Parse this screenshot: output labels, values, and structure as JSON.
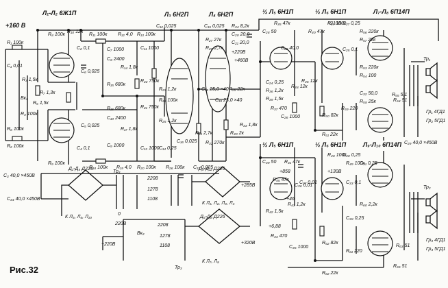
{
  "figure": {
    "caption": "Рис.32",
    "supply": "+160 В"
  },
  "tube_headers": {
    "l1_l2": "Л₁-Л₂ 6Ж1П",
    "l3": "Л₃ 6Н2П",
    "l4": "Л₄ 6Н2П",
    "l5a": "½ Л₅ 6Н1П",
    "l6a": "½ Л₆ 6Н1П",
    "l7_l8": "Л₇-Л₈ 6П14П",
    "l5b": "½ Л₅ 6Н1П",
    "l6b": "½ Л₆ 6Н1П",
    "l9_l10": "Л₉-Л₁₀ 6П14П"
  },
  "psu": {
    "d1": "Д₁-Д₄ Д226",
    "d9": "Д₉-Д₁₂ Д226",
    "d5": "Д₅-Д₈ Д226",
    "tr4": "Тр₄",
    "tr3": "Тр₃",
    "vk2": "Вк₂",
    "mains": "~220В",
    "v285": "+285В",
    "v320": "+320В",
    "heater1": "К Л₅, Л₆, Л₁₀",
    "heater2": "К Л₁, Л₂, Л₃, Л₄",
    "heater3": "К Л₇, Л₈",
    "w2208": "2208",
    "w1278": "1278",
    "w1108": "1108",
    "n0": "0",
    "n220": "220В"
  },
  "outputs": {
    "tr1": "Тр₁",
    "tr2": "Тр₂",
    "gr1": "Гр₁ 4ГД1",
    "gr2": "Гр₂ 5ГД1",
    "gr3": "Гр₃ 4ГД1",
    "gr4": "Гр₄ 5ГД1",
    "c29": "С₂₉ 40,0 ×450В"
  },
  "labels": [
    {
      "id": "r1",
      "text": "R₁ 100к"
    },
    {
      "id": "c1",
      "text": "С₁ 0,01"
    },
    {
      "id": "r3",
      "text": "R₃ 1,5к"
    },
    {
      "id": "vk1",
      "text": "Вк₁"
    },
    {
      "id": "r4",
      "text": "R₄ 100к"
    },
    {
      "id": "r6",
      "text": "R₆ 100к"
    },
    {
      "id": "r2",
      "text": "R₂ 100к"
    },
    {
      "id": "r5",
      "text": "R₅ 1,5к"
    },
    {
      "id": "r7",
      "text": "R₇ 1,3к"
    },
    {
      "id": "r8",
      "text": "R₈ 100к"
    },
    {
      "id": "r9",
      "text": "R₉ 100к"
    },
    {
      "id": "r10",
      "text": "R₁₀ 12к"
    },
    {
      "id": "c2",
      "text": "С₂ 0,1"
    },
    {
      "id": "c3",
      "text": "С₃ 40,0 ×450В"
    },
    {
      "id": "c4",
      "text": "С₄ 0,1"
    },
    {
      "id": "c34",
      "text": "С₃₄ 40,0 ×450В"
    },
    {
      "id": "c5",
      "text": "С₅ 0,025"
    },
    {
      "id": "c6",
      "text": "С₆ 0,025"
    },
    {
      "id": "r11",
      "text": "R₁₁ 100к"
    },
    {
      "id": "r12",
      "text": "R₁₂ 4,0"
    },
    {
      "id": "r13",
      "text": "R₁₃ 100к"
    },
    {
      "id": "c7",
      "text": "С₇ 1000"
    },
    {
      "id": "c8",
      "text": "С₈ 2400"
    },
    {
      "id": "r14",
      "text": "R₁₄ 1,8к"
    },
    {
      "id": "r15",
      "text": "R₁₅ 680к"
    },
    {
      "id": "r16",
      "text": "R₁₆ 680к"
    },
    {
      "id": "c10",
      "text": "С₁₀ 2400"
    },
    {
      "id": "r17",
      "text": "R₁₇ 1,8к"
    },
    {
      "id": "c9",
      "text": "С₉ 1000"
    },
    {
      "id": "r18",
      "text": "R₁₈ 100к"
    },
    {
      "id": "r19",
      "text": "R₁₉ 4,0"
    },
    {
      "id": "r20",
      "text": "R₂₀ 100к"
    },
    {
      "id": "r21",
      "text": "R₂₁ 750к"
    },
    {
      "id": "r22",
      "text": "R₂₂ 750к"
    },
    {
      "id": "c11",
      "text": "С₁₁ 1000"
    },
    {
      "id": "c12",
      "text": "С₁₂ 0,025"
    },
    {
      "id": "r23",
      "text": "R₂₃ 1,2к"
    },
    {
      "id": "r24",
      "text": "R₂₄ 100к"
    },
    {
      "id": "r25",
      "text": "R₂₅ 1,2к"
    },
    {
      "id": "c14",
      "text": "С₁₄ 0,25"
    },
    {
      "id": "c13",
      "text": "С₁₃ 1000"
    },
    {
      "id": "r26",
      "text": "R₂₆ 100к"
    },
    {
      "id": "c15",
      "text": "С₁₅ 0,025"
    },
    {
      "id": "c16",
      "text": "С₁₆ 0,025"
    },
    {
      "id": "c17",
      "text": "С₁₇ 0,025"
    },
    {
      "id": "r27",
      "text": "R₂₇ 27к"
    },
    {
      "id": "r28",
      "text": "R₂₈ 2,7к"
    },
    {
      "id": "c18",
      "text": "С₁₈ 25,0 ×40"
    },
    {
      "id": "c19",
      "text": "С₁₉ 25,0 ×40"
    },
    {
      "id": "r29",
      "text": "R₂₉ 22к"
    },
    {
      "id": "r30",
      "text": "R₃₀ 2к"
    },
    {
      "id": "r31",
      "text": "R₃₁ 2,7к"
    },
    {
      "id": "r32",
      "text": "R₃₂ 270к"
    },
    {
      "id": "r33",
      "text": "R₃₃ 1,8к"
    },
    {
      "id": "r34",
      "text": "R₃₄ 8,2к"
    },
    {
      "id": "c20",
      "text": "С₂₀ 20,0"
    },
    {
      "id": "c21",
      "text": "С₂₁ 20,0"
    },
    {
      "id": "v220",
      "text": "+220В"
    },
    {
      "id": "v460",
      "text": "+460В"
    },
    {
      "id": "r35",
      "text": "R₃₅ 47к"
    },
    {
      "id": "c24",
      "text": "С₂₄ 0,25"
    },
    {
      "id": "r36",
      "text": "R₃₆ 1,2к"
    },
    {
      "id": "r38",
      "text": "R₃₈ 12к"
    },
    {
      "id": "r37",
      "text": "R₃₇ 470"
    },
    {
      "id": "c26",
      "text": "С₂₆ 1000"
    },
    {
      "id": "c28",
      "text": "С₂₈ 50"
    },
    {
      "id": "r40",
      "text": "R₄₀ 47к"
    },
    {
      "id": "r47",
      "text": "R₄₇ 100к"
    },
    {
      "id": "c27",
      "text": "С₂₇ 0,25"
    },
    {
      "id": "r53",
      "text": "R₅₃ 220к"
    },
    {
      "id": "r54",
      "text": "R₅₄ 100"
    },
    {
      "id": "r55",
      "text": "R₅₅ 5,1"
    },
    {
      "id": "r56",
      "text": "R₅₆ 220к"
    },
    {
      "id": "r57",
      "text": "R₅₇ 22к"
    },
    {
      "id": "r58",
      "text": "R₅₈ 25к"
    },
    {
      "id": "r59",
      "text": "R₅₉ 220"
    },
    {
      "id": "c25",
      "text": "С₂₅ 0,1"
    },
    {
      "id": "c32",
      "text": "С₃₂ 50,0"
    },
    {
      "id": "r50",
      "text": "R₅₀ 82к"
    },
    {
      "id": "r51",
      "text": "R₅₁ 22к"
    },
    {
      "id": "c39",
      "text": "С₃₉ 50"
    },
    {
      "id": "r41",
      "text": "R₄₁ 47к"
    },
    {
      "id": "r42",
      "text": "R₄₂ 1,5к"
    },
    {
      "id": "r44",
      "text": "R₄₄ 470"
    },
    {
      "id": "c35",
      "text": "С₃₅ 1000"
    },
    {
      "id": "r48",
      "text": "R₄₈ 100к"
    },
    {
      "id": "c37",
      "text": "С₃₇ 0,01"
    },
    {
      "id": "r52",
      "text": "R₅₂ 82к"
    },
    {
      "id": "r62",
      "text": "R₆₂ 22к"
    },
    {
      "id": "r61",
      "text": "R₆₁ 220"
    },
    {
      "id": "r63",
      "text": "R₆₃ 51"
    },
    {
      "id": "r64",
      "text": "R₆₄ 51"
    },
    {
      "id": "c30",
      "text": "С₃₀ 0,25"
    },
    {
      "id": "c31",
      "text": "С₃₁ 0,25"
    },
    {
      "id": "c33",
      "text": "С₃₃ 0,1"
    },
    {
      "id": "r60",
      "text": "R₆₀ 2,2к"
    },
    {
      "id": "v858",
      "text": "+858"
    },
    {
      "id": "v130",
      "text": "+130В"
    },
    {
      "id": "v46",
      "text": "+46"
    },
    {
      "id": "v68",
      "text": "+6,88"
    },
    {
      "id": "v210",
      "text": "+210В"
    },
    {
      "id": "r65",
      "text": "R₆₅ 51"
    },
    {
      "id": "c22",
      "text": "С₂₂ 40,0"
    },
    {
      "id": "r39",
      "text": "R₃₉ 1,5к"
    },
    {
      "id": "r46",
      "text": "R₄₆ 12к"
    },
    {
      "id": "r43",
      "text": "R₄₃ 1,2к"
    },
    {
      "id": "c36",
      "text": "С₃₆ 0,01"
    },
    {
      "id": "r49",
      "text": "R₄₉ 100к"
    },
    {
      "id": "c38",
      "text": "С₃₈ 0,25"
    },
    {
      "id": "r45",
      "text": "R₄₅ 47к"
    }
  ]
}
